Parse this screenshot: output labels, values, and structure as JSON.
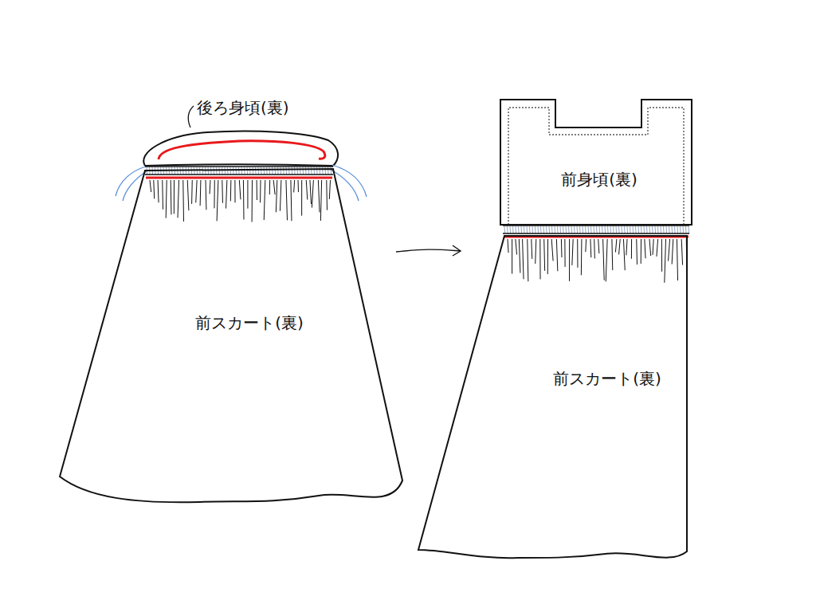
{
  "diagram": {
    "nodes": [
      {
        "text": [
          "前スカート(裏)"
        ]
      },
      {
        "text": [
          "前身頃(裏)"
        ]
      },
      {
        "text": [
          "前スカート(裏)"
        ]
      }
    ],
    "edges": [
      {
        "from": 0,
        "to": 2,
        "arrow": "to"
      }
    ],
    "labels": [
      "後ろ身頃(裏)"
    ]
  }
}
